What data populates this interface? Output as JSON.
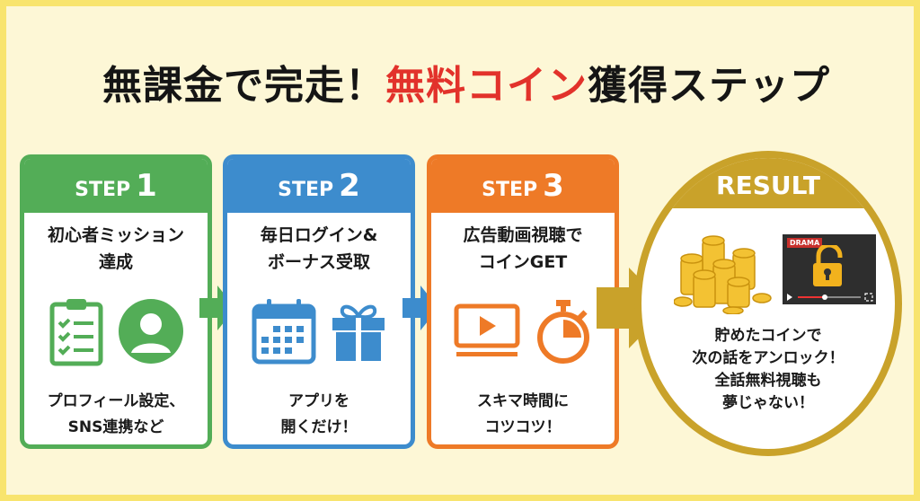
{
  "title": {
    "part1": "無課金で完走！",
    "part2": "無料コイン",
    "part3": "獲得ステップ"
  },
  "colors": {
    "step1": "#53ad57",
    "step2": "#3d8ccd",
    "step3": "#ee7a27",
    "result": "#c9a22a",
    "accent": "#e2322b"
  },
  "steps": [
    {
      "label": "STEP",
      "num": "1",
      "lead1": "初心者ミッション",
      "lead2": "達成",
      "sub1": "プロフィール設定、",
      "sub2": "SNS連携など",
      "icons": [
        "clipboard-checklist-icon",
        "user-avatar-icon"
      ]
    },
    {
      "label": "STEP",
      "num": "2",
      "lead1": "毎日ログイン&",
      "lead2": "ボーナス受取",
      "sub1": "アプリを",
      "sub2": "開くだけ！",
      "icons": [
        "calendar-icon",
        "gift-icon"
      ]
    },
    {
      "label": "STEP",
      "num": "3",
      "lead1": "広告動画視聴で",
      "lead2": "コインGET",
      "sub1": "スキマ時間に",
      "sub2": "コツコツ！",
      "icons": [
        "video-play-icon",
        "stopwatch-icon"
      ]
    }
  ],
  "result": {
    "label": "RESULT",
    "badge": "DRAMA",
    "line1": "貯めたコインで",
    "line2": "次の話をアンロック！",
    "line3": "全話無料視聴も",
    "line4": "夢じゃない！"
  }
}
